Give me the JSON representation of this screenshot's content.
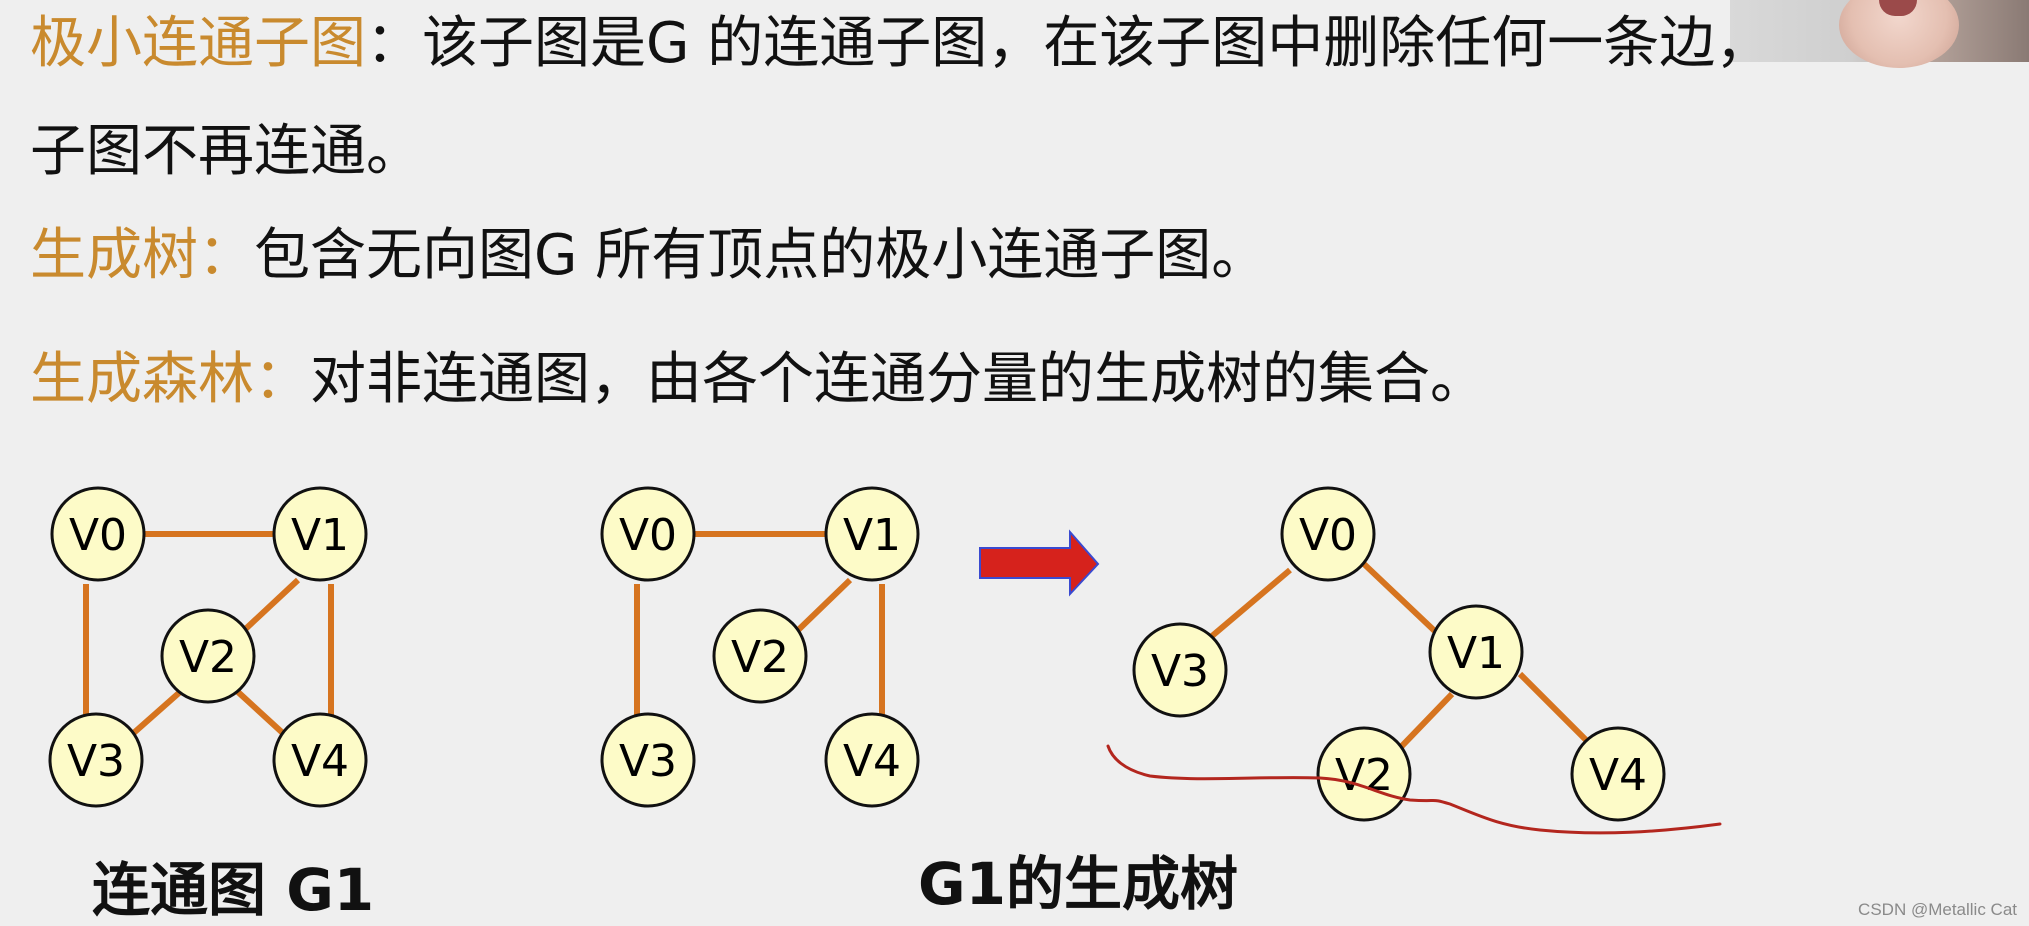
{
  "colors": {
    "term": "#c98a2e",
    "edge": "#d6741f",
    "node_fill": "#fdfbc8",
    "arrow": "#d6221c",
    "arrow_outline": "#3a4ad0",
    "pen": "#b3261e"
  },
  "lines": {
    "l1": {
      "term": "极小连通子图",
      "text": "：该子图是G 的连通子图，在该子图中删除任何一条边，"
    },
    "l2": {
      "text": "子图不再连通。"
    },
    "l3": {
      "term": "生成树：",
      "text": "包含无向图G 所有顶点的极小连通子图。"
    },
    "l4": {
      "term": "生成森林：",
      "text": "对非连通图，由各个连通分量的生成树的集合。"
    }
  },
  "graph1": {
    "nodes": [
      "V0",
      "V1",
      "V2",
      "V3",
      "V4"
    ],
    "caption": "连通图 G1"
  },
  "graph2": {
    "nodes": [
      "V0",
      "V1",
      "V2",
      "V3",
      "V4"
    ]
  },
  "graph3": {
    "nodes": [
      "V0",
      "V1",
      "V2",
      "V3",
      "V4"
    ],
    "caption": "G1的生成树"
  },
  "watermark": "CSDN @Metallic Cat"
}
